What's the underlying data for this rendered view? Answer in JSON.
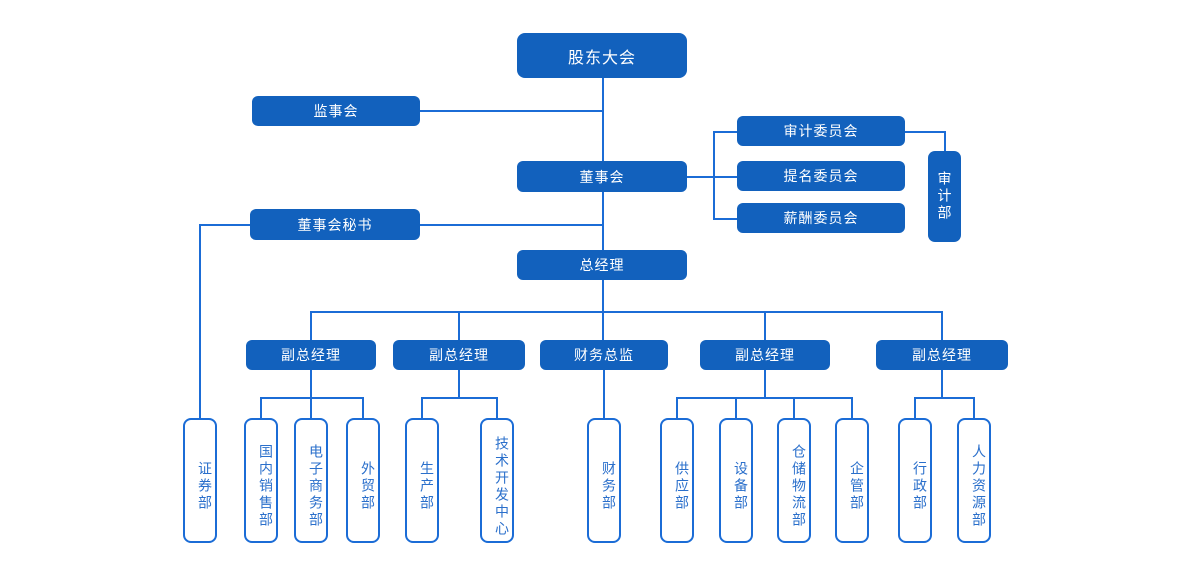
{
  "colors": {
    "box_fill": "#1261bd",
    "line": "#1b6cd6",
    "box_text": "#ffffff",
    "dept_text": "#2a6fcb",
    "bg": "#ffffff"
  },
  "chart": {
    "type": "org-chart",
    "shareholders_meeting": {
      "label": "股东大会"
    },
    "supervisory_board": {
      "label": "监事会"
    },
    "board_of_directors": {
      "label": "董事会"
    },
    "committees": [
      {
        "label": "审计委员会"
      },
      {
        "label": "提名委员会"
      },
      {
        "label": "薪酬委员会"
      }
    ],
    "audit_department": {
      "label": "审计部"
    },
    "board_secretary": {
      "label": "董事会秘书"
    },
    "general_manager": {
      "label": "总经理"
    },
    "managers": [
      {
        "label": "副总经理"
      },
      {
        "label": "副总经理"
      },
      {
        "label": "财务总监"
      },
      {
        "label": "副总经理"
      },
      {
        "label": "副总经理"
      }
    ],
    "departments": [
      {
        "label": "证券部"
      },
      {
        "label": "国内销售部"
      },
      {
        "label": "电子商务部"
      },
      {
        "label": "外贸部"
      },
      {
        "label": "生产部"
      },
      {
        "label": "技术开发中心"
      },
      {
        "label": "财务部"
      },
      {
        "label": "供应部"
      },
      {
        "label": "设备部"
      },
      {
        "label": "仓储物流部"
      },
      {
        "label": "企管部"
      },
      {
        "label": "行政部"
      },
      {
        "label": "人力资源部"
      }
    ]
  }
}
